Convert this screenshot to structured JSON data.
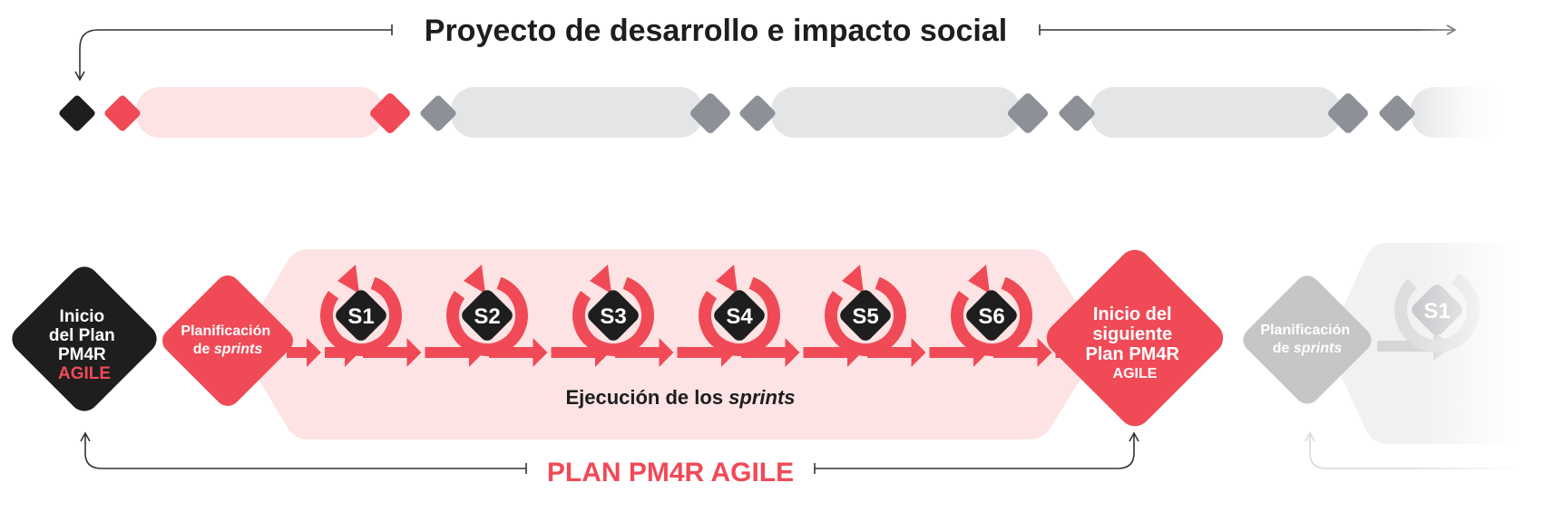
{
  "top": {
    "title": "Proyecto de desarrollo e impacto social"
  },
  "plan": {
    "start": {
      "line1": "Inicio",
      "line2": "del Plan",
      "line3": "PM4R",
      "line4": "AGILE"
    },
    "planning": {
      "line1": "Planificación",
      "line2_prefix": "de ",
      "line2_italic": "sprints"
    },
    "execution": {
      "prefix": "Ejecución de los ",
      "italic": "sprints"
    },
    "sprints": [
      "S1",
      "S2",
      "S3",
      "S4",
      "S5",
      "S6"
    ],
    "next": {
      "line1": "Inicio del",
      "line2": "siguiente",
      "line3": "Plan PM4R",
      "line4": "AGILE"
    },
    "faded_planning": {
      "line1": "Planificación",
      "line2_prefix": "de ",
      "line2_italic": "sprints"
    },
    "faded_sprint": "S1",
    "bottom_label": "PLAN PM4R AGILE"
  },
  "colors": {
    "red": "#f04a57",
    "pink": "#fde3e4",
    "black": "#1e1e1e",
    "gray": "#8d9097",
    "light_gray": "#e4e5e7",
    "faded": "#c9cacc"
  }
}
